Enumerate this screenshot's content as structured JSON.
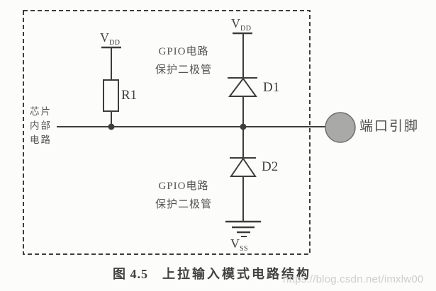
{
  "colors": {
    "line": "#3d3d3b",
    "background": "#fcfcfb",
    "pad_fill": "#a9a9a7",
    "pad_stroke": "#6f6f6d",
    "label_text": "#4a4a45",
    "caption_text": "#42423e",
    "watermark_text": "#cdcdcb"
  },
  "diagram": {
    "left_label_lines": [
      "芯片",
      "内部",
      "电路"
    ],
    "vdd_left": {
      "main": "V",
      "sub": "DD"
    },
    "vdd_right": {
      "main": "V",
      "sub": "DD"
    },
    "vss": {
      "main": "V",
      "sub": "SS"
    },
    "r1_label": "R1",
    "d1_label": "D1",
    "d2_label": "D2",
    "gpio_note_top": {
      "line1": "GPIO电路",
      "line2": "保护二极管"
    },
    "gpio_note_bottom": {
      "line1": "GPIO电路",
      "line2": "保护二极管"
    },
    "port_pin_label": "端口引脚"
  },
  "caption": {
    "figure_no": "图 4.5",
    "title": "上拉输入模式电路结构"
  },
  "watermark": "https://blog.csdn.net/imxlw00"
}
